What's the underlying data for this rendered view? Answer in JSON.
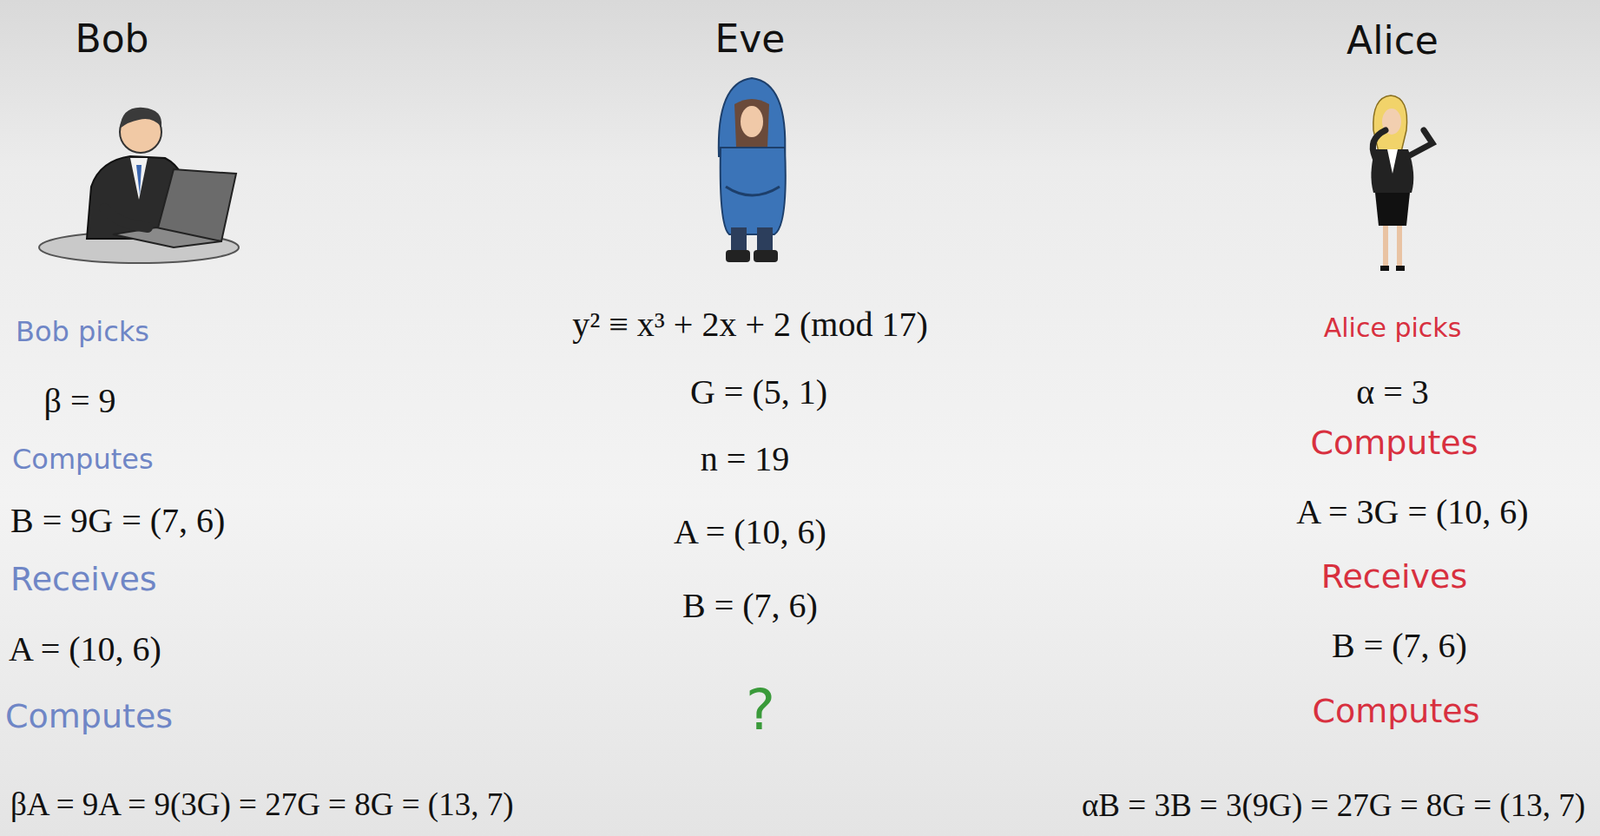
{
  "diagram": {
    "labels": [
      "Bob",
      "Eve",
      "Alice",
      "Bob picks",
      "β = 9",
      "Computes",
      "B = 9G = (7, 6)",
      "Receives",
      "A = (10, 6)",
      "Computes",
      "βA = 9A = 9(3G) = 27G = 8G = (13, 7)",
      "y² ≡ x³ + 2x + 2 (mod 17)",
      "G = (5, 1)",
      "n = 19",
      "A = (10, 6)",
      "B = (7, 6)",
      "?",
      "Alice picks",
      "α = 3",
      "Computes",
      "A = 3G = (10, 6)",
      "Receives",
      "B = (7, 6)",
      "Computes",
      "αB = 3B = 3(9G) = 27G = 8G = (13, 7)"
    ]
  }
}
